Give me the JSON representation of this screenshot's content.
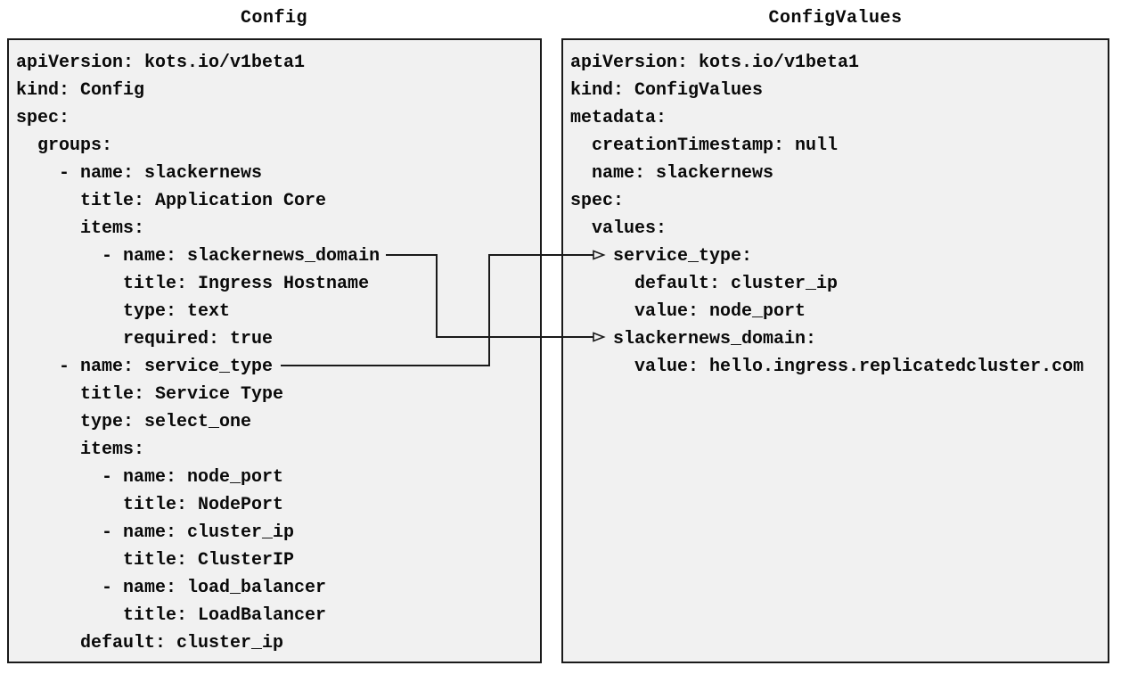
{
  "left_panel": {
    "title": "Config",
    "lines": [
      "apiVersion: kots.io/v1beta1",
      "kind: Config",
      "spec:",
      "  groups:",
      "    - name: slackernews",
      "      title: Application Core",
      "      items:",
      "        - name: slackernews_domain",
      "          title: Ingress Hostname",
      "          type: text",
      "          required: true",
      "    - name: service_type",
      "      title: Service Type",
      "      type: select_one",
      "      items:",
      "        - name: node_port",
      "          title: NodePort",
      "        - name: cluster_ip",
      "          title: ClusterIP",
      "        - name: load_balancer",
      "          title: LoadBalancer",
      "      default: cluster_ip"
    ]
  },
  "right_panel": {
    "title": "ConfigValues",
    "lines": [
      "apiVersion: kots.io/v1beta1",
      "kind: ConfigValues",
      "metadata:",
      "  creationTimestamp: null",
      "  name: slackernews",
      "spec:",
      "  values:",
      "    service_type:",
      "      default: cluster_ip",
      "      value: node_port",
      "    slackernews_domain:",
      "      value: hello.ingress.replicatedcluster.com"
    ]
  },
  "connectors": [
    {
      "from": "Config item: slackernews_domain",
      "to": "ConfigValues value: slackernews_domain"
    },
    {
      "from": "Config item: service_type",
      "to": "ConfigValues value: service_type"
    }
  ],
  "colors": {
    "page_bg": "#ffffff",
    "panel_bg": "#f1f1f1",
    "border": "#1a1a1a",
    "text": "#0a0a0a",
    "arrow": "#1a1a1a"
  }
}
